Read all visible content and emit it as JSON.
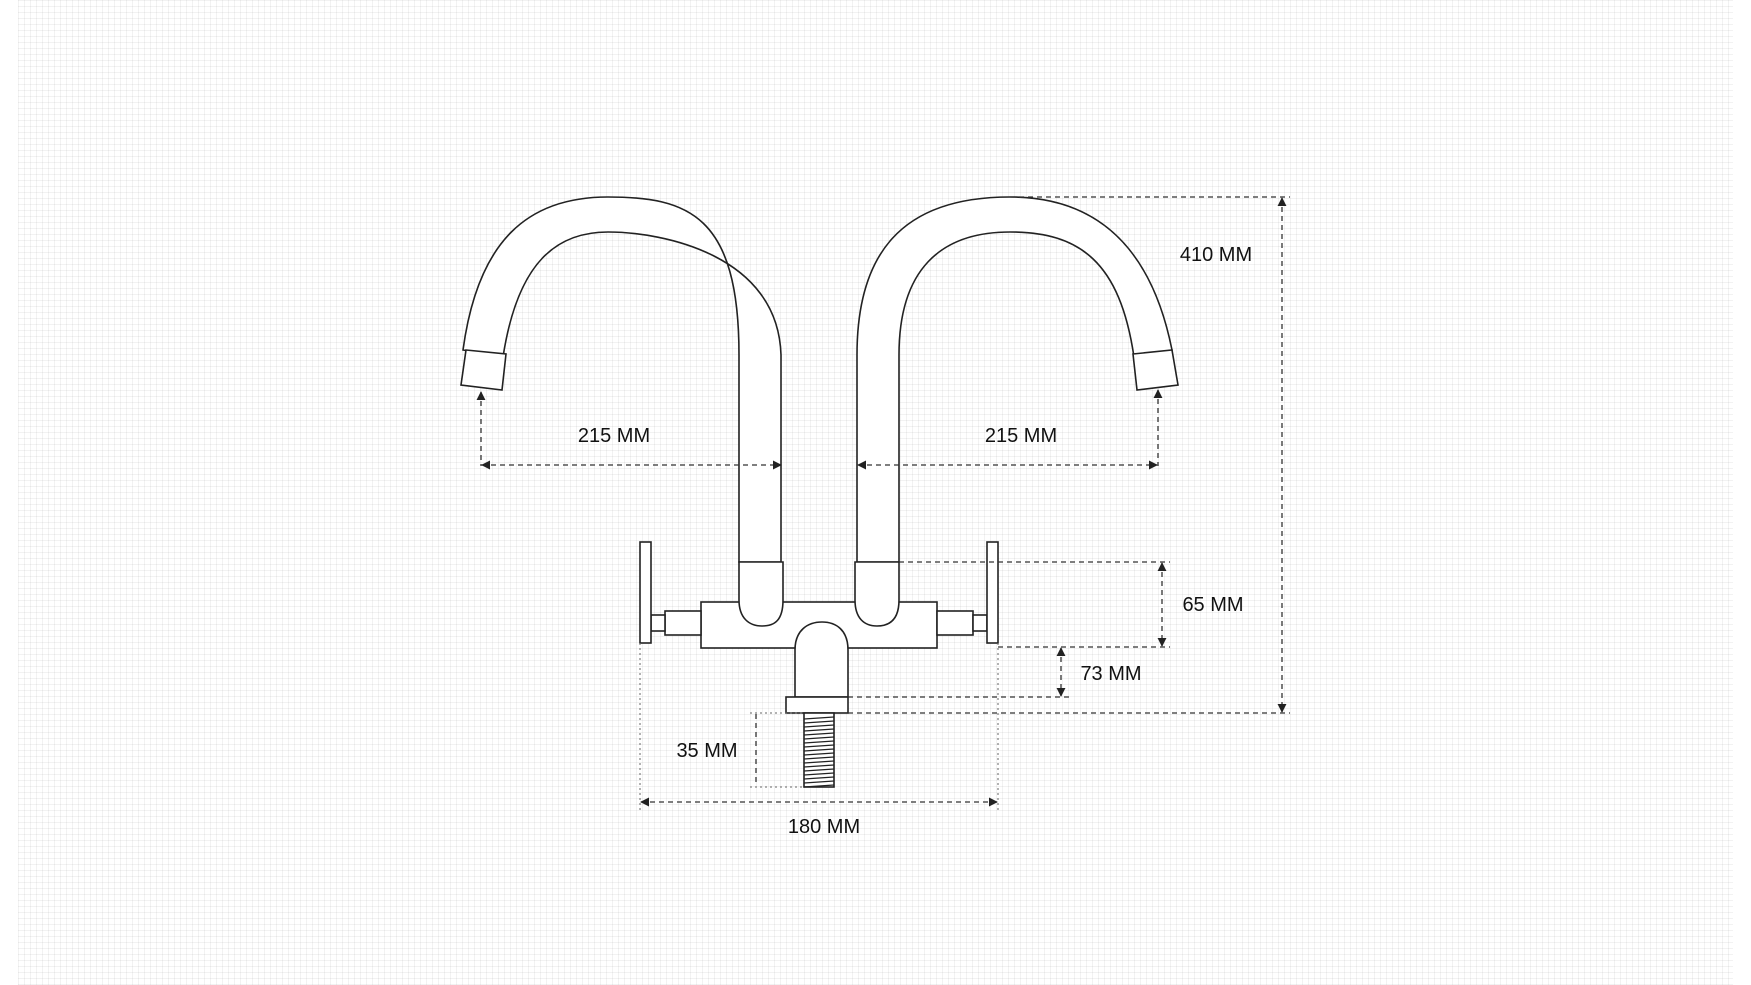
{
  "dimensions": {
    "left_reach": "215 MM",
    "right_reach": "215 MM",
    "total_height": "410 MM",
    "body_height": "65 MM",
    "stem_height": "73 MM",
    "thread_length": "35 MM",
    "handle_span": "180 MM"
  },
  "colors": {
    "line": "#222222",
    "background": "#ffffff",
    "grid": "#ebebeb"
  }
}
